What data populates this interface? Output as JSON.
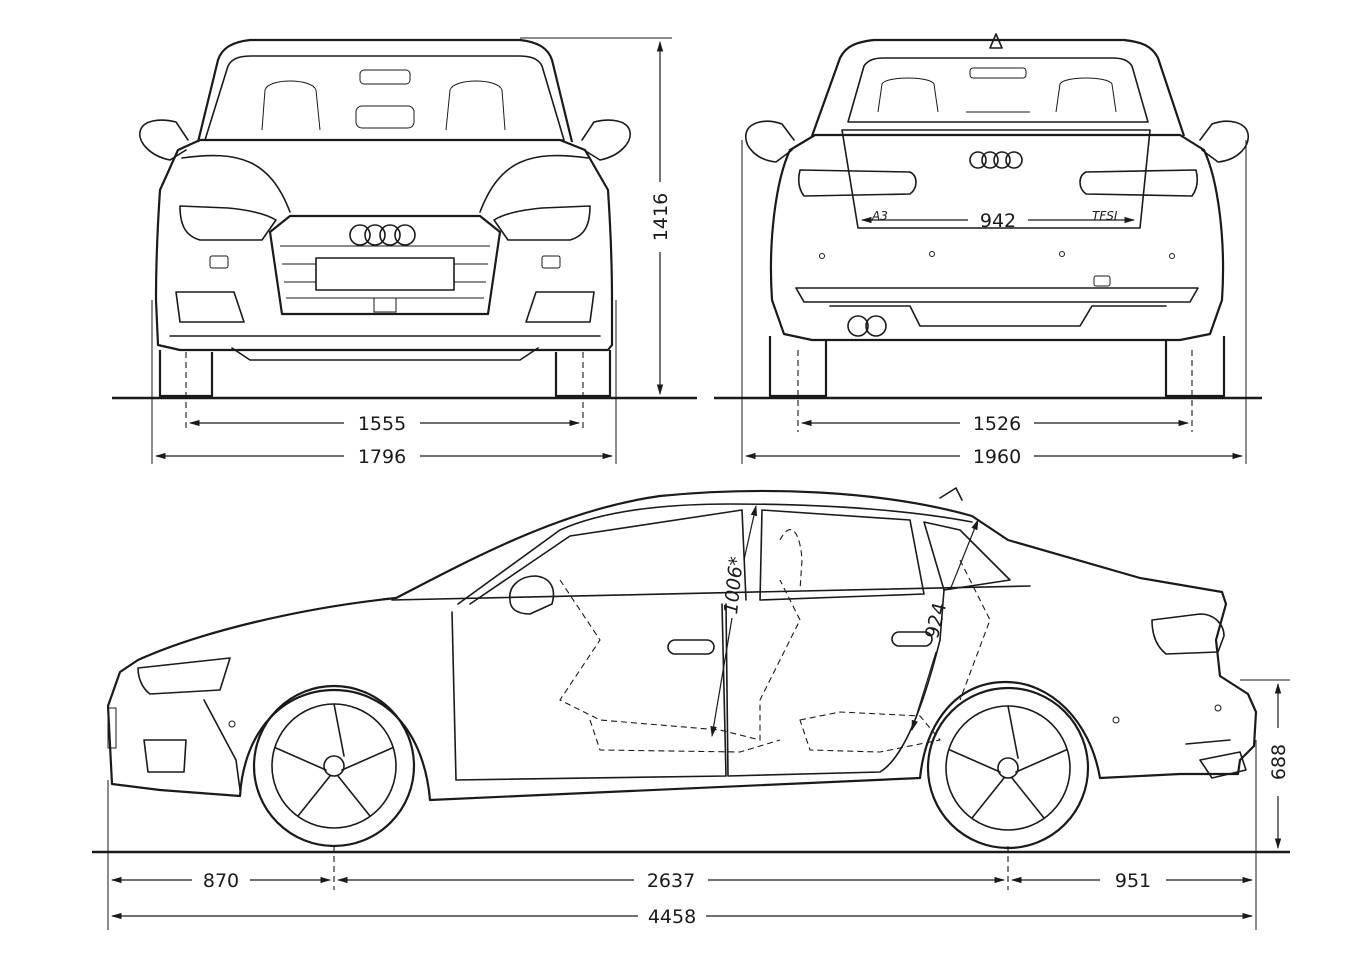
{
  "views": {
    "front": {
      "dims": {
        "track": "1555",
        "width": "1796",
        "height": "1416"
      }
    },
    "rear": {
      "dims": {
        "track": "1526",
        "width_mirrors": "1960",
        "trunk_opening": "942"
      },
      "badges": {
        "model": "A3",
        "engine": "TFSI"
      }
    },
    "side": {
      "dims": {
        "front_overhang": "870",
        "wheelbase": "2637",
        "rear_overhang": "951",
        "length": "4458",
        "load_height": "688",
        "front_headroom": "1006*",
        "rear_headroom": "924"
      }
    }
  }
}
